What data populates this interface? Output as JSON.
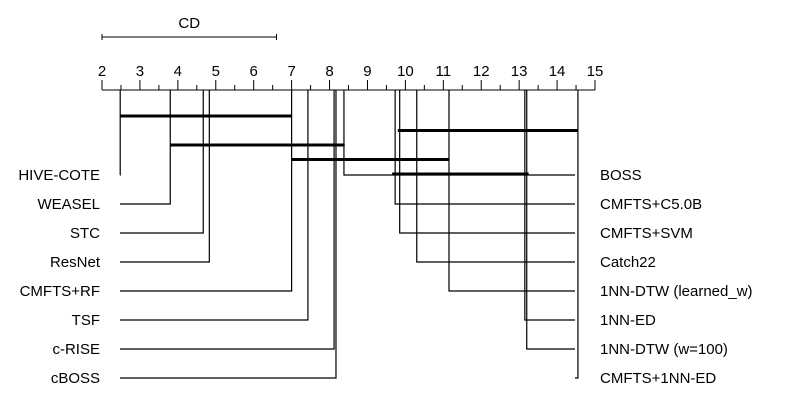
{
  "chart_data": {
    "type": "critical-difference",
    "cd_label": "CD",
    "cd_value": 4.6,
    "axis": {
      "min": 2,
      "max": 15,
      "ticks": [
        2,
        3,
        4,
        5,
        6,
        7,
        8,
        9,
        10,
        11,
        12,
        13,
        14,
        15
      ],
      "half_ticks": true
    },
    "left_methods": [
      {
        "name": "HIVE-COTE",
        "rank": 2.48
      },
      {
        "name": "WEASEL",
        "rank": 3.8
      },
      {
        "name": "STC",
        "rank": 4.67
      },
      {
        "name": "ResNet",
        "rank": 4.83
      },
      {
        "name": "CMFTS+RF",
        "rank": 7.0
      },
      {
        "name": "TSF",
        "rank": 7.43
      },
      {
        "name": "c-RISE",
        "rank": 8.12
      },
      {
        "name": "cBOSS",
        "rank": 8.17
      }
    ],
    "right_methods": [
      {
        "name": "BOSS",
        "rank": 8.38
      },
      {
        "name": "CMFTS+C5.0B",
        "rank": 9.73
      },
      {
        "name": "CMFTS+SVM",
        "rank": 9.85
      },
      {
        "name": "Catch22",
        "rank": 10.3
      },
      {
        "name": "1NN-DTW (learned_w)",
        "rank": 11.15
      },
      {
        "name": "1NN-ED",
        "rank": 13.15
      },
      {
        "name": "1NN-DTW (w=100)",
        "rank": 13.2
      },
      {
        "name": "CMFTS+1NN-ED",
        "rank": 14.55
      }
    ],
    "cliques": [
      {
        "from": 2.48,
        "to": 7.0
      },
      {
        "from": 9.8,
        "to": 14.55
      },
      {
        "from": 3.8,
        "to": 8.4
      },
      {
        "from": 7.0,
        "to": 11.15
      },
      {
        "from": 9.65,
        "to": 13.25
      }
    ]
  }
}
